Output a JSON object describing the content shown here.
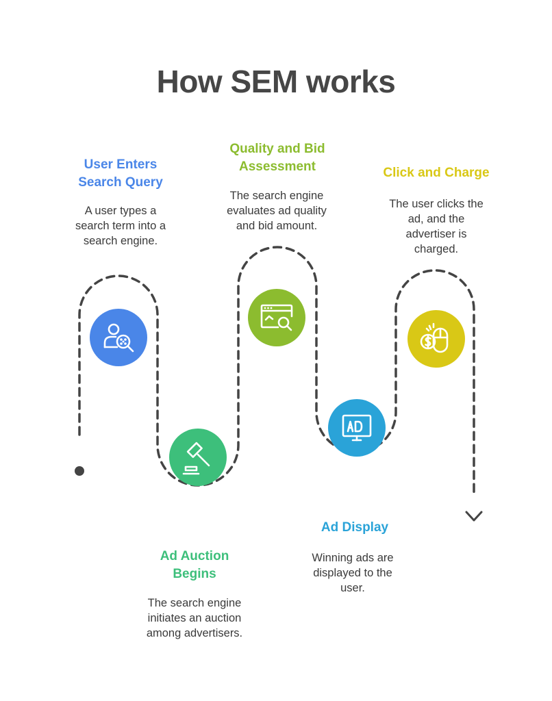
{
  "title": "How SEM works",
  "colors": {
    "blue": "#4a86e8",
    "green": "#3dbf7b",
    "lime": "#8cbc2f",
    "cyan": "#2aa3d8",
    "yellow": "#d9c816",
    "path": "#444444"
  },
  "steps": [
    {
      "title": "User Enters\nSearch Query",
      "description": "A user types a\nsearch term into a\nsearch engine.",
      "icon": "user-search-icon"
    },
    {
      "title": "Ad Auction\nBegins",
      "description": "The search engine\ninitiates an auction\namong advertisers.",
      "icon": "gavel-icon"
    },
    {
      "title": "Quality and Bid\nAssessment",
      "description": "The search engine\nevaluates ad quality\nand bid amount.",
      "icon": "webpage-search-icon"
    },
    {
      "title": "Ad Display",
      "description": "Winning ads are\ndisplayed to the\nuser.",
      "icon": "ad-monitor-icon"
    },
    {
      "title": "Click and Charge",
      "description": "The user clicks the\nad, and the\nadvertiser is\ncharged.",
      "icon": "mouse-dollar-icon"
    }
  ]
}
